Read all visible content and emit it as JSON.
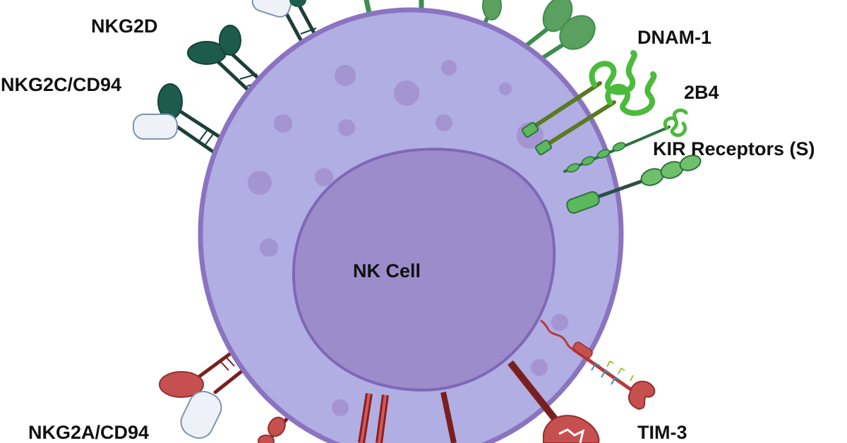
{
  "cell": {
    "label": "NK Cell"
  },
  "receptors": {
    "nkg2d": "NKG2D",
    "nkg2c_cd94": "NKG2C/CD94",
    "dnam1": "DNAM-1",
    "b2b4": "2B4",
    "kir_s": "KIR Receptors (S)",
    "nkg2a_cd94": "NKG2A/CD94",
    "tim3": "TIM-3"
  },
  "colors": {
    "membrane": "#8a74c0",
    "cytoplasm": "#b0aee3",
    "nucleus": "#9d8ccb",
    "activating_dark": "#1d5c4c",
    "activating_mid": "#3f8c4f",
    "activating_light": "#5cb85c",
    "inhibitory": "#c65050",
    "inhibitory_dark": "#7a1f1f",
    "cd94": "#eef2f8"
  }
}
